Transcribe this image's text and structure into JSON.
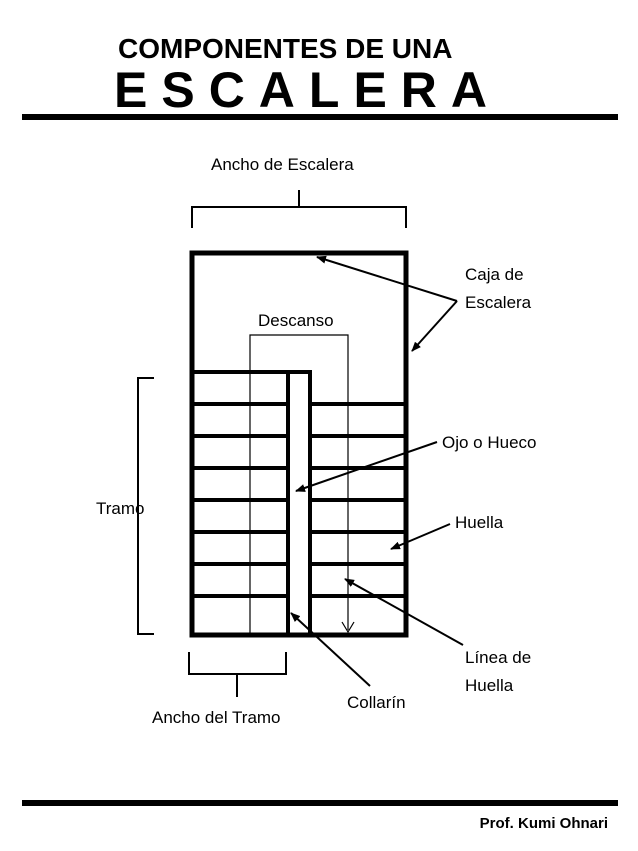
{
  "header": {
    "title_line1": "COMPONENTES DE UNA",
    "title_line2": "ESCALERA"
  },
  "labels": {
    "ancho_escalera": "Ancho de Escalera",
    "caja_line1": "Caja de",
    "caja_line2": "Escalera",
    "descanso": "Descanso",
    "ojo": "Ojo o Hueco",
    "tramo": "Tramo",
    "huella": "Huella",
    "linea_line1": "Línea de",
    "linea_line2": "Huella",
    "collarin": "Collarín",
    "ancho_tramo": "Ancho del Tramo"
  },
  "footer": {
    "author": "Prof. Kumi Ohnari"
  }
}
